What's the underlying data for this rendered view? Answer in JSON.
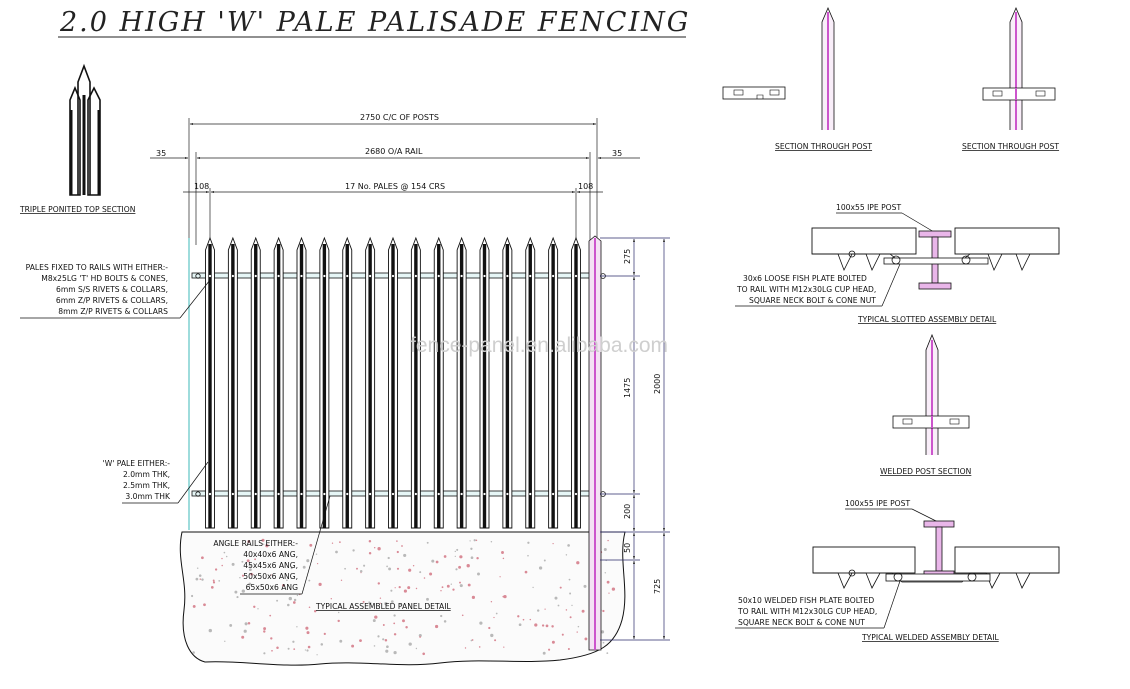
{
  "title": "2.0 HIGH 'W' PALE PALISADE FENCING",
  "dimensions": {
    "cc_posts": "2750 C/C OF POSTS",
    "oa_rail": "2680 O/A RAIL",
    "pales": "17 No. PALES @ 154 CRS",
    "left_35": "35",
    "right_35": "35",
    "left_108": "108",
    "right_108": "108",
    "d275": "275",
    "d1475": "1475",
    "d200": "200",
    "d2000": "2000",
    "d50": "50",
    "d725": "725"
  },
  "notes": {
    "triple_top": "TRIPLE PONITED TOP SECTION",
    "pales_fixed": [
      "PALES FIXED TO RAILS WITH EITHER:-",
      "M8x25LG 'T' HD BOLTS & CONES,",
      "6mm S/S RIVETS & COLLARS,",
      "6mm Z/P RIVETS & COLLARS,",
      "8mm Z/P RIVETS & COLLARS"
    ],
    "w_pale": [
      "'W' PALE EITHER:-",
      "2.0mm THK,",
      "2.5mm THK,",
      "3.0mm THK"
    ],
    "angle_rails": [
      "ANGLE RAILS EITHER:-",
      "40x40x6 ANG,",
      "45x45x6 ANG,",
      "50x50x6 ANG,",
      "65x50x6 ANG"
    ],
    "panel_detail": "TYPICAL ASSEMBLED PANEL DETAIL",
    "section_post_1": "SECTION THROUGH POST",
    "section_post_2": "SECTION THROUGH POST",
    "ipe_post_1": "100x55 IPE POST",
    "loose_fish": [
      "30x6 LOOSE FISH PLATE BOLTED",
      "TO RAIL WITH M12x30LG CUP HEAD,",
      "SQUARE NECK BOLT & CONE NUT"
    ],
    "slotted_detail": "TYPICAL SLOTTED ASSEMBLY DETAIL",
    "welded_post_section": "WELDED POST SECTION",
    "ipe_post_2": "100x55 IPE POST",
    "welded_fish": [
      "50x10 WELDED FISH PLATE BOLTED",
      "TO RAIL WITH M12x30LG CUP HEAD,",
      "SQUARE NECK BOLT & CONE NUT"
    ],
    "welded_detail": "TYPICAL WELDED ASSEMBLY DETAIL"
  },
  "watermark": "fence-panel.en.alibaba.com",
  "colors": {
    "line": "#111111",
    "dimension": "#2a2a6a",
    "post": "#cc55cc",
    "rail_highlight": "#7fd0d0"
  }
}
